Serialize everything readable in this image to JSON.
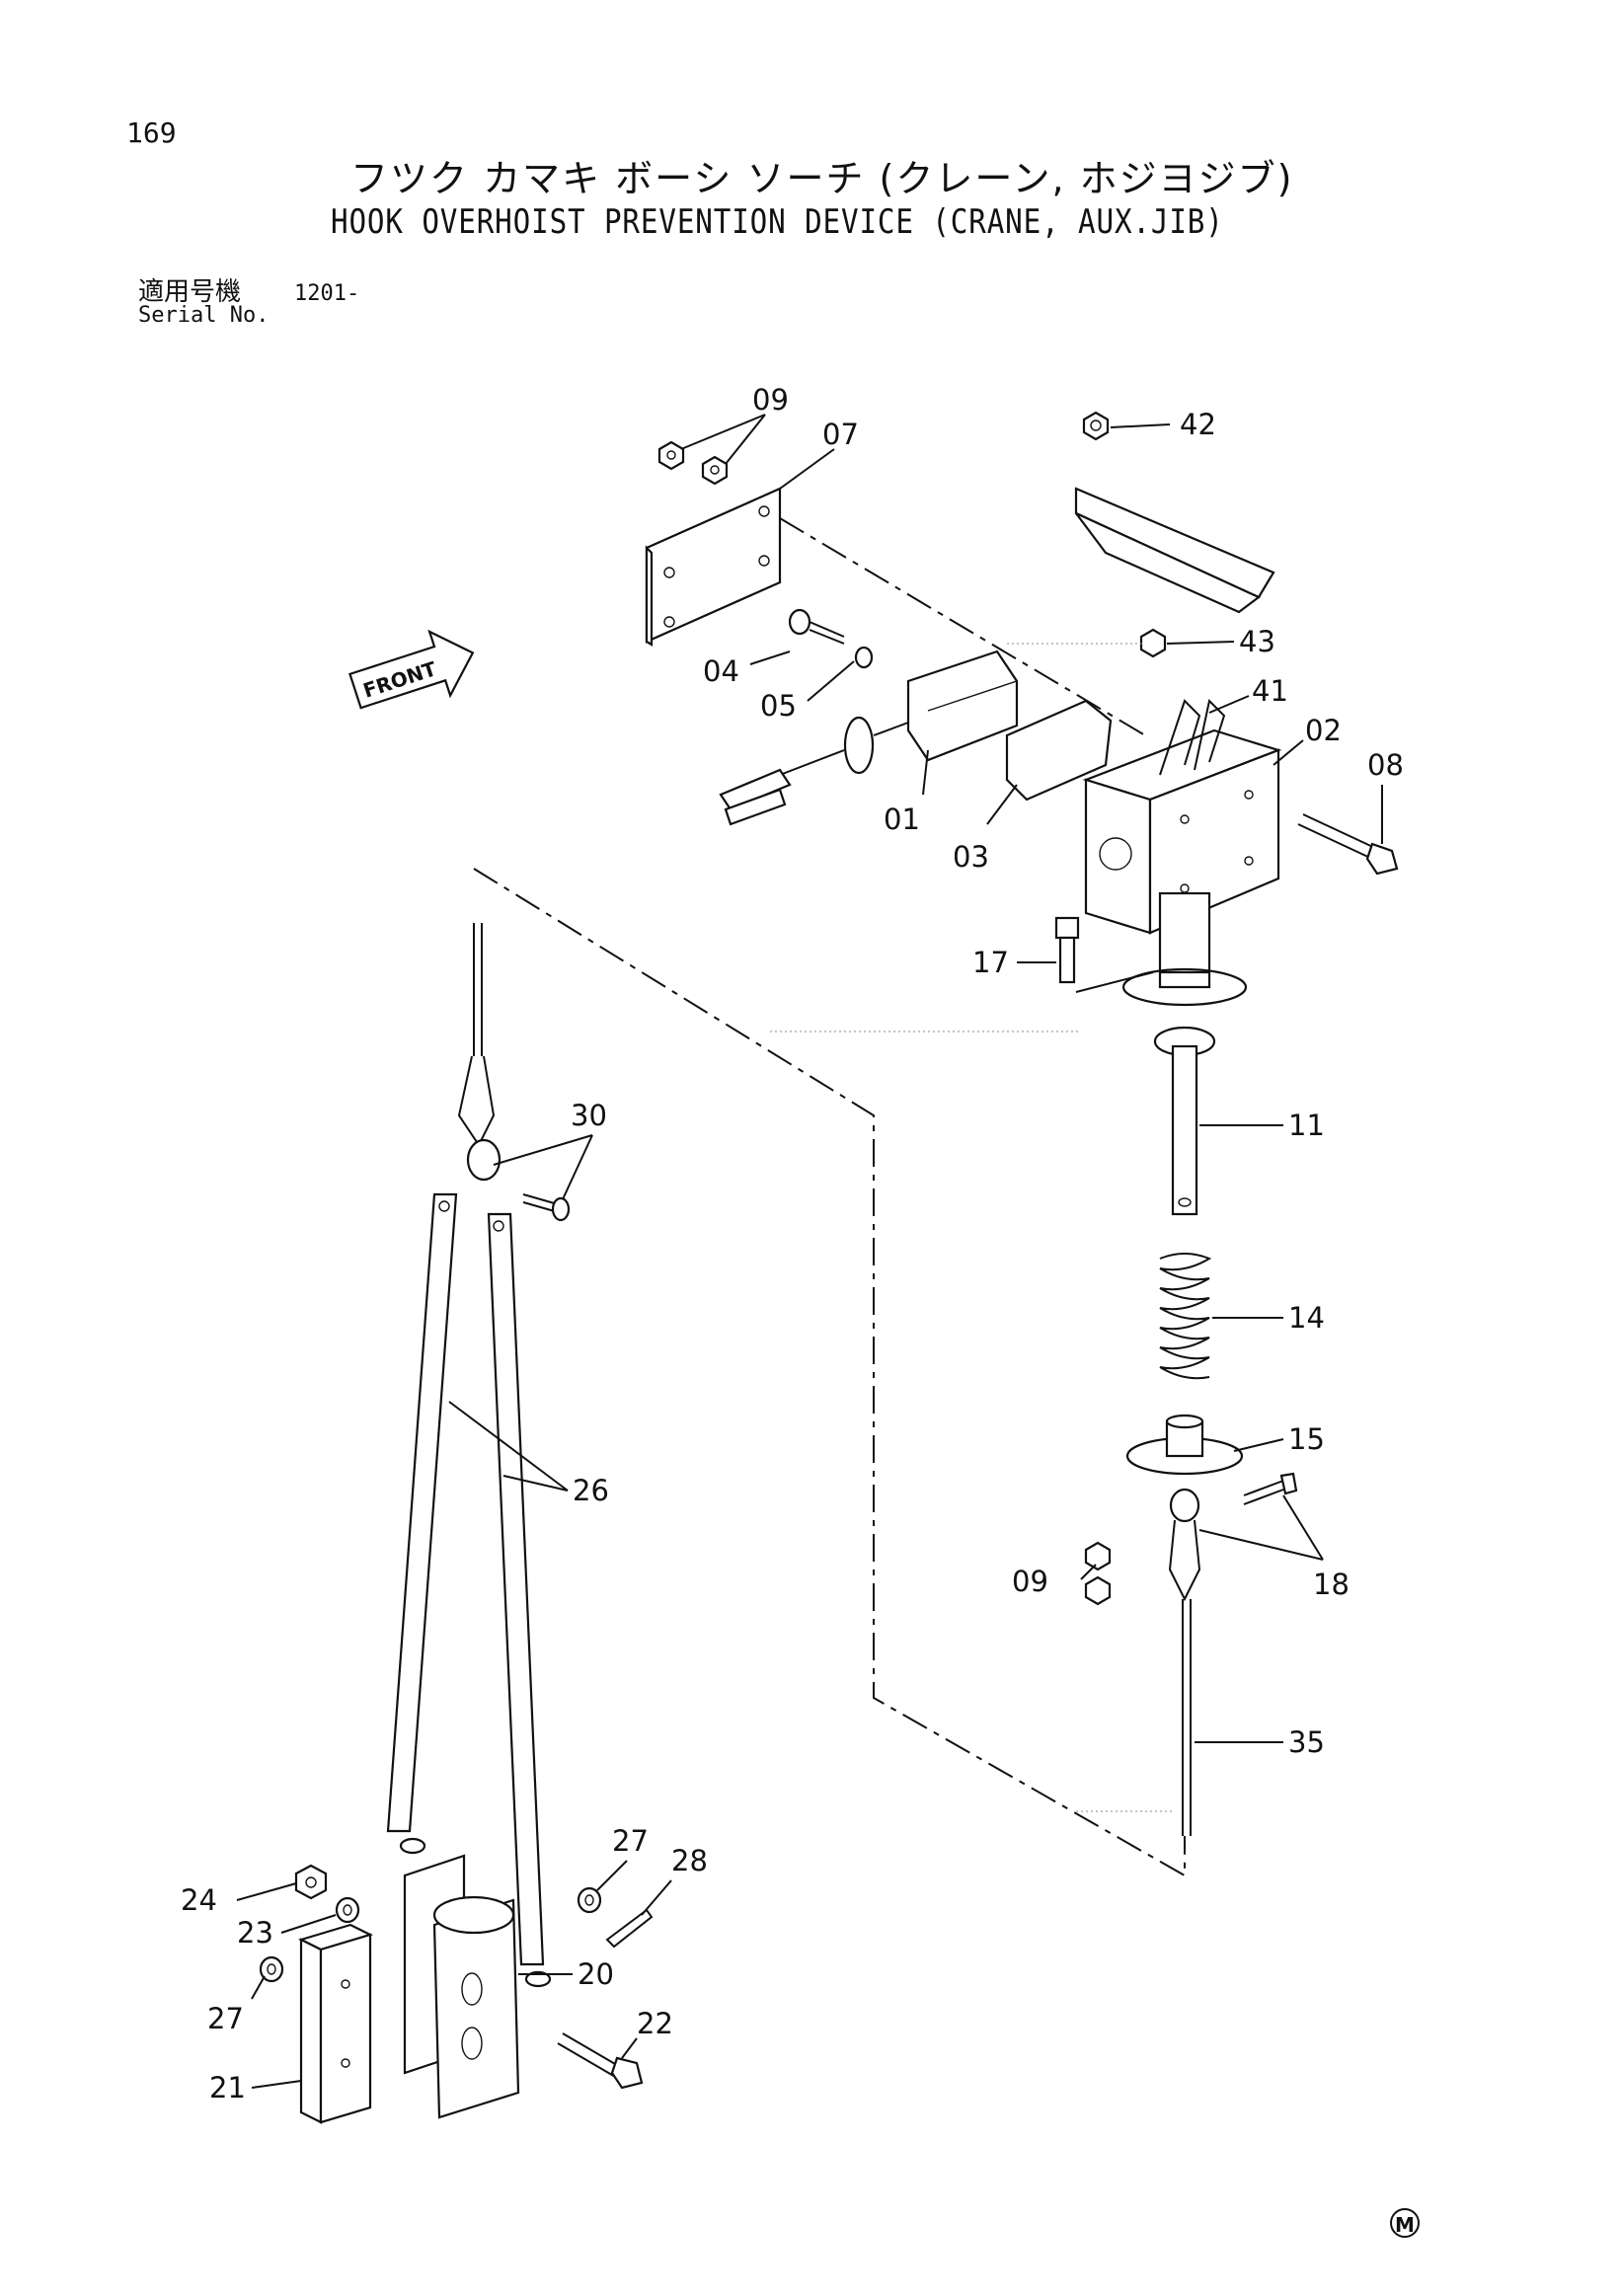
{
  "header": {
    "page_number": "169",
    "title_jp": "フツク カマキ ボーシ ソーチ (クレーン, ホジヨジブ)",
    "title_en": "HOOK OVERHOIST PREVENTION DEVICE (CRANE, AUX.JIB)",
    "serial_label_jp": "適用号機",
    "serial_label_en": "Serial No.",
    "serial_value": "1201-"
  },
  "diagram": {
    "front_arrow_text": "FRONT",
    "callouts": [
      "09",
      "07",
      "42",
      "43",
      "04",
      "05",
      "41",
      "02",
      "08",
      "01",
      "03",
      "17",
      "30",
      "11",
      "14",
      "15",
      "26",
      "09",
      "18",
      "35",
      "27",
      "28",
      "24",
      "23",
      "20",
      "27",
      "22",
      "21"
    ],
    "mark": "M"
  }
}
